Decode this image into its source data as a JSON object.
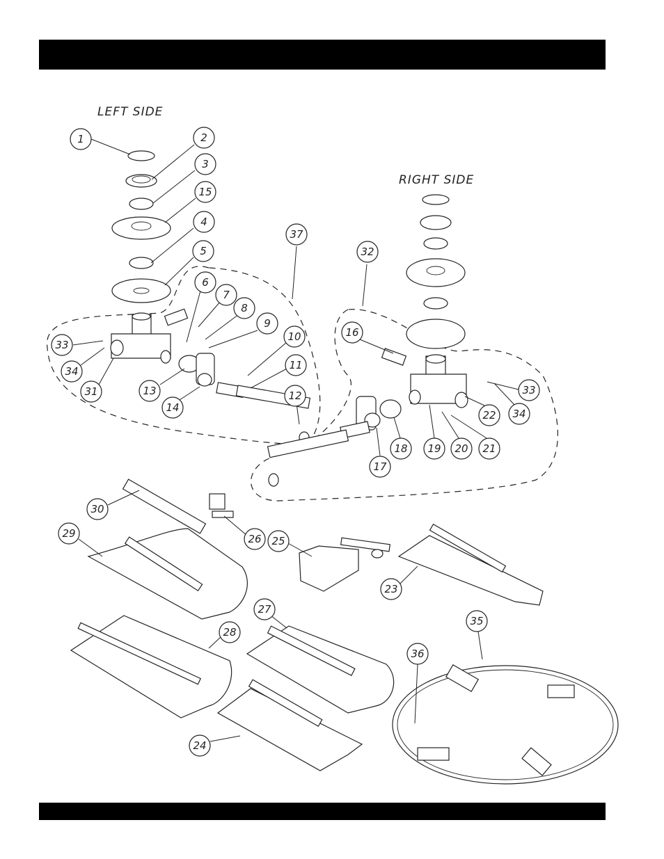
{
  "labels": {
    "left_side": "LEFT SIDE",
    "right_side": "RIGHT SIDE"
  },
  "callouts": [
    "1",
    "2",
    "3",
    "15",
    "4",
    "5",
    "6",
    "7",
    "8",
    "9",
    "10",
    "11",
    "12",
    "13",
    "14",
    "31",
    "33",
    "34",
    "37",
    "32",
    "16",
    "17",
    "18",
    "19",
    "20",
    "21",
    "22",
    "33",
    "34",
    "30",
    "29",
    "26",
    "25",
    "23",
    "28",
    "27",
    "24",
    "35",
    "36"
  ]
}
